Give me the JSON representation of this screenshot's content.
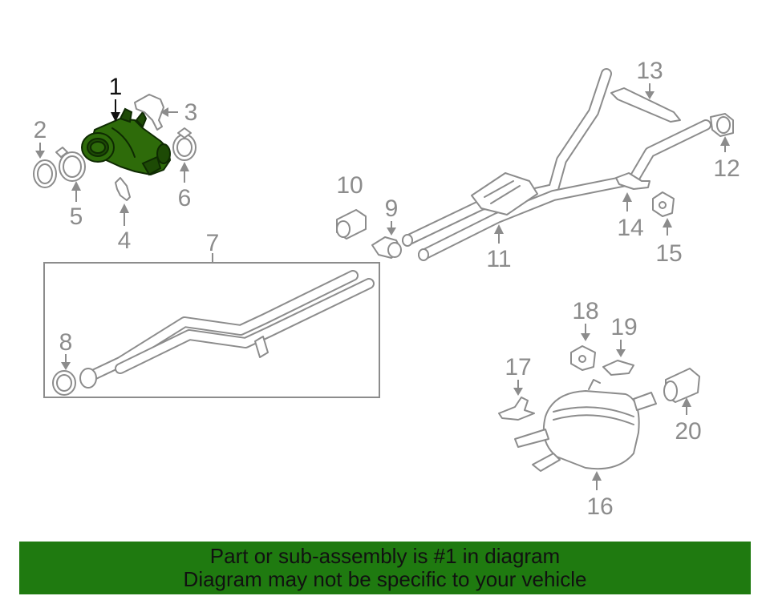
{
  "diagram": {
    "callouts": [
      {
        "id": "1",
        "label": "1"
      },
      {
        "id": "2",
        "label": "2"
      },
      {
        "id": "3",
        "label": "3"
      },
      {
        "id": "4",
        "label": "4"
      },
      {
        "id": "5",
        "label": "5"
      },
      {
        "id": "6",
        "label": "6"
      },
      {
        "id": "7",
        "label": "7"
      },
      {
        "id": "8",
        "label": "8"
      },
      {
        "id": "9",
        "label": "9"
      },
      {
        "id": "10",
        "label": "10"
      },
      {
        "id": "11",
        "label": "11"
      },
      {
        "id": "12",
        "label": "12"
      },
      {
        "id": "13",
        "label": "13"
      },
      {
        "id": "14",
        "label": "14"
      },
      {
        "id": "15",
        "label": "15"
      },
      {
        "id": "16",
        "label": "16"
      },
      {
        "id": "17",
        "label": "17"
      },
      {
        "id": "18",
        "label": "18"
      },
      {
        "id": "19",
        "label": "19"
      },
      {
        "id": "20",
        "label": "20"
      }
    ],
    "highlight_color": "#2e6b0a",
    "line_color": "#8c8c8c"
  },
  "banner": {
    "line1": "Part or sub-assembly is #1 in diagram",
    "line2": "Diagram may not be specific to your vehicle",
    "background": "#1f7a10"
  }
}
